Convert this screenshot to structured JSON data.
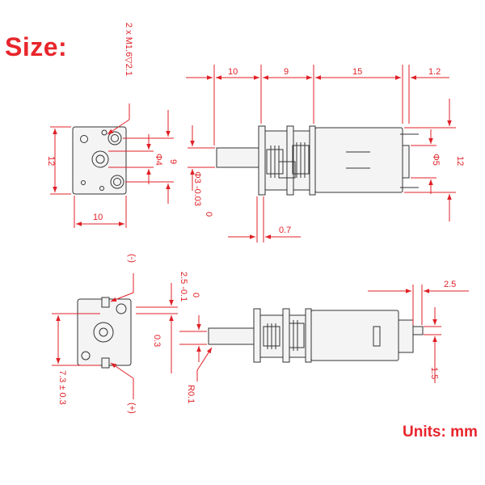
{
  "title": "Size:",
  "units": "Units: mm",
  "colors": {
    "dimension": "#e02027",
    "outline": "#333333"
  },
  "labels": {
    "hole_spec": "2 x M1.6▽2.1",
    "front_height": "12",
    "front_width": "10",
    "front_d4": "Φ4",
    "front_9": "9",
    "side_10": "10",
    "side_9": "9",
    "side_15": "15",
    "side_1_2": "1.2",
    "side_d5": "Φ5",
    "side_12": "12",
    "shaft_dia": "Φ3 -0.03",
    "shaft_dia_zero": "0",
    "side_0_7": "0.7",
    "term_minus": "(-)",
    "term_plus": "(+)",
    "flat_tol": "2.5 -0.1",
    "flat_zero": "0",
    "rear_0_3": "0.3",
    "rear_7_3": "7.3 ± 0.3",
    "radius": "R0.1",
    "term_2_5": "2.5",
    "term_1_5": "1.5"
  }
}
